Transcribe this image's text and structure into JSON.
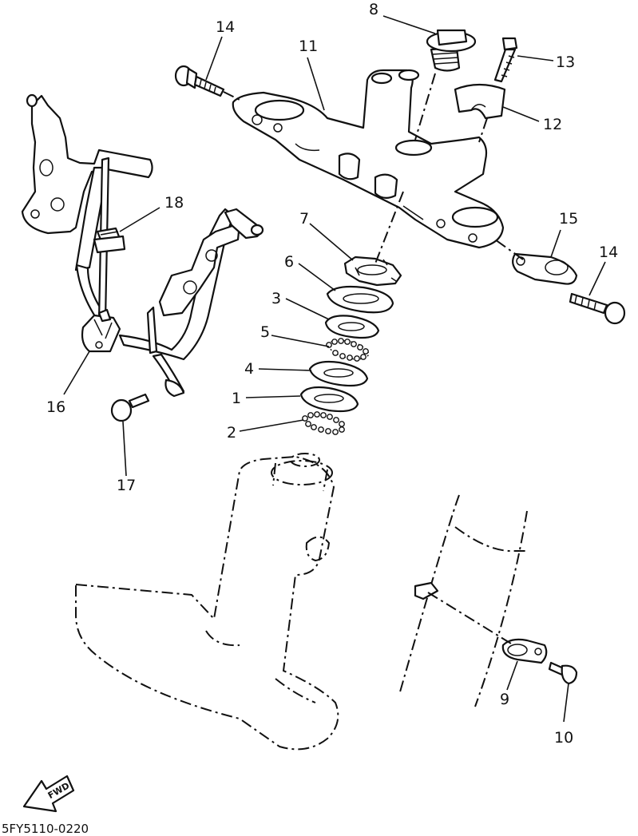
{
  "callouts": {
    "p1": "1",
    "p2": "2",
    "p3": "3",
    "p4": "4",
    "p5": "5",
    "p6": "6",
    "p7": "7",
    "p8": "8",
    "p9": "9",
    "p10": "10",
    "p11": "11",
    "p12": "12",
    "p13": "13",
    "p14a": "14",
    "p14b": "14",
    "p15": "15",
    "p16": "16",
    "p17": "17",
    "p18": "18"
  },
  "forward_label": "FWD",
  "diagram_code": "5FY5110-0220"
}
